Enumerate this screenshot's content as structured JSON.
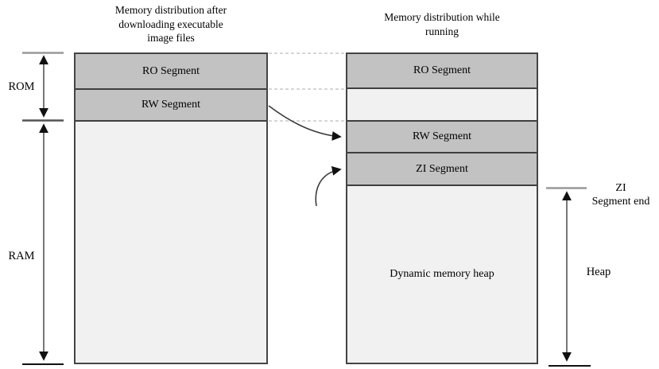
{
  "titles": {
    "left": [
      "Memory distribution after",
      "downloading executable",
      "image files"
    ],
    "right": [
      "Memory distribution while",
      "running"
    ]
  },
  "left_column": {
    "segments": [
      {
        "label": "RO Segment"
      },
      {
        "label": "RW Segment"
      },
      {
        "label": ""
      }
    ]
  },
  "right_column": {
    "segments": [
      {
        "label": "RO Segment"
      },
      {
        "label": ""
      },
      {
        "label": "RW Segment"
      },
      {
        "label": "ZI Segment"
      },
      {
        "label": "Dynamic memory heap"
      }
    ]
  },
  "side_labels": {
    "rom": "ROM",
    "ram": "RAM",
    "zi_end": [
      "ZI",
      "Segment end"
    ],
    "heap": "Heap"
  },
  "colors": {
    "segment_gray": "#c2c2c2",
    "segment_light": "#f1f1f1",
    "box_border": "#444444",
    "dashed_connector": "#bdbdbd",
    "gauge_gray_tick": "#999999",
    "gauge_dark_tick": "#111111",
    "arrow_stroke": "#3a3a3a",
    "background": "#ffffff"
  }
}
